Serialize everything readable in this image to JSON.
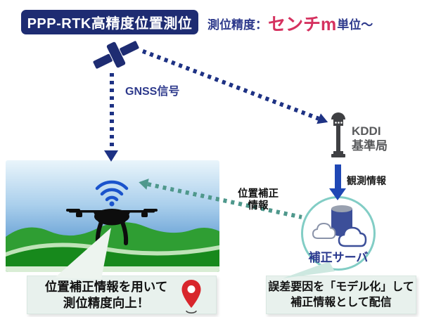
{
  "header": {
    "title": "PPP-RTK高精度位置測位",
    "accuracy_prefix": "測位精度：",
    "accuracy_highlight": "センチm",
    "accuracy_suffix": "単位〜"
  },
  "labels": {
    "gnss_signal": "GNSS信号",
    "base_station_line1": "KDDI",
    "base_station_line2": "基準局",
    "observation_info": "観測情報",
    "correction_server": "補正サーバ",
    "position_correction_line1": "位置補正",
    "position_correction_line2": "情報"
  },
  "callouts": {
    "drone": {
      "line1": "位置補正情報を用いて",
      "line2": "測位精度向上！"
    },
    "server": {
      "line1": "誤差要因を「モデル化」して",
      "line2": "補正情報として配信"
    }
  },
  "icons": [
    "satellite-icon",
    "base-station-antenna-icon",
    "server-database-icon",
    "cloud-icon",
    "drone-icon",
    "wifi-signal-icon",
    "location-pin-icon",
    "down-arrow-icon",
    "dashed-arrow-icon"
  ],
  "colors": {
    "navy": "#1e2c72",
    "navy_text": "#2e3a8c",
    "accent_pink": "#d5315f",
    "arrow_blue": "#1f47b5",
    "teal_circle": "#82cdc5",
    "teal_arrow": "#4f988c",
    "callout_bg": "#e8f1ed",
    "pin_red": "#d8262c",
    "hill_green": "#17891c",
    "station_gray": "#3f4043"
  }
}
